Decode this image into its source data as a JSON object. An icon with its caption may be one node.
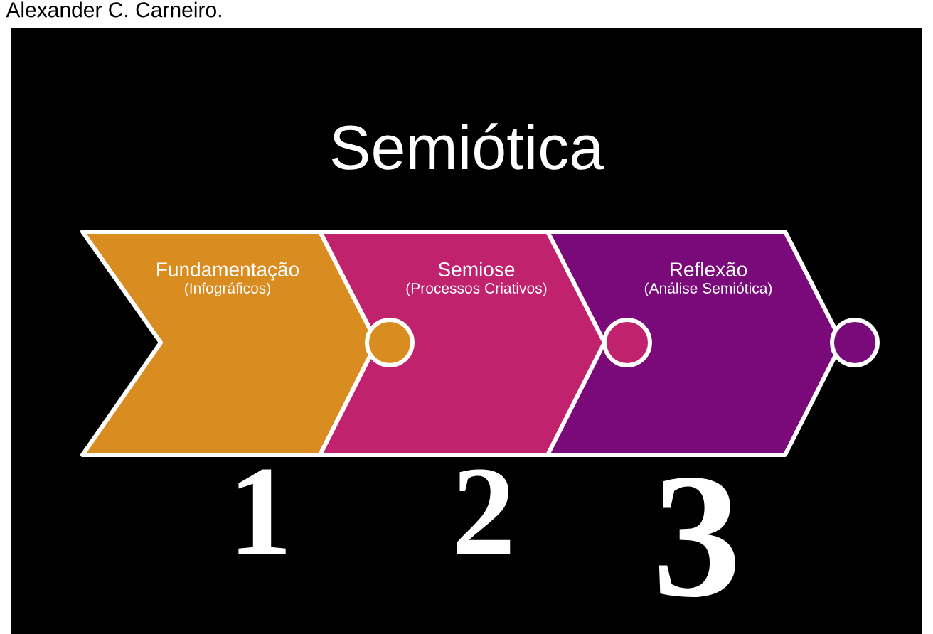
{
  "diagram": {
    "title": "Semiótica",
    "nodes": [
      {
        "text": [
          "Fundamentação",
          "(Infográficos)"
        ],
        "beside": [
          "1"
        ]
      },
      {
        "text": [
          "Semiose",
          "(Processos Criativos)"
        ],
        "beside": [
          "2"
        ]
      },
      {
        "text": [
          "Reflexão",
          "(Análise Semiótica)"
        ],
        "beside": [
          "3"
        ]
      }
    ],
    "labels": [
      "Alexander C. Carneiro."
    ]
  }
}
